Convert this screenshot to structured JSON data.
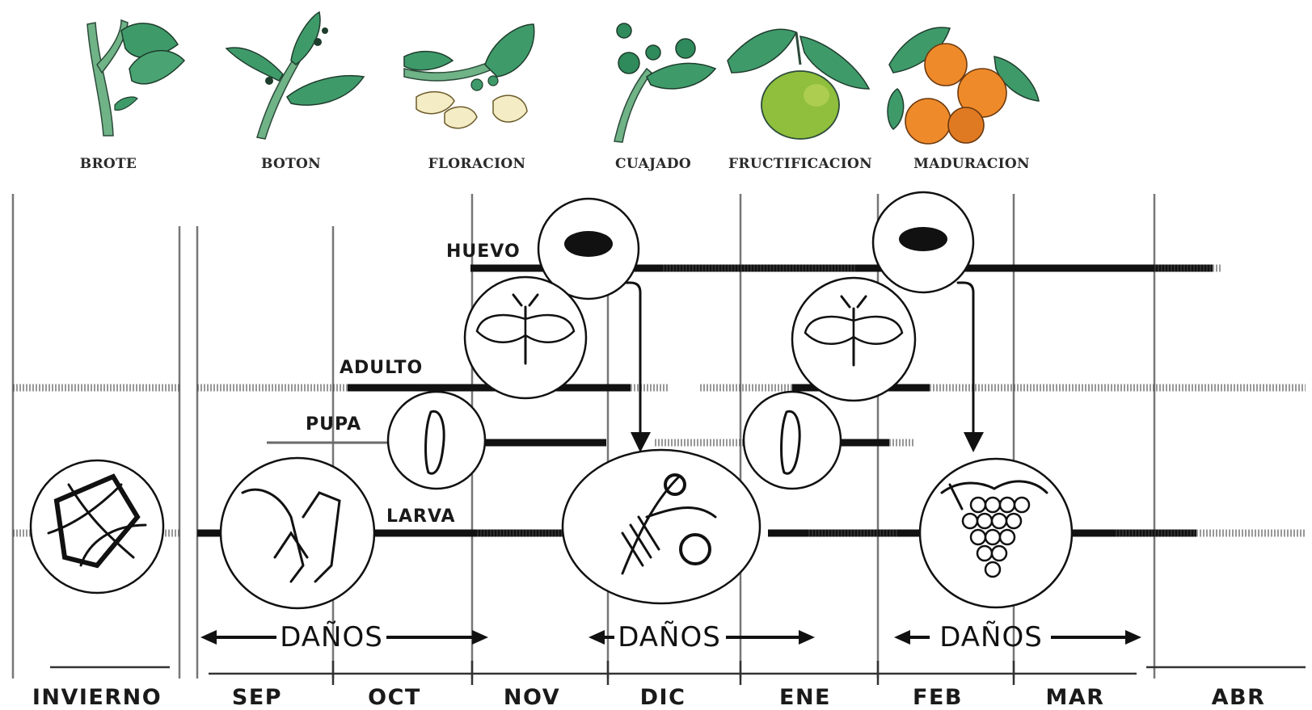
{
  "stages": [
    "BROTE",
    "BOTON",
    "FLORACION",
    "CUAJADO",
    "FRUCTIFICACION",
    "MADURACION"
  ],
  "rows": {
    "huevo": "HUEVO",
    "adulto": "ADULTO",
    "pupa": "PUPA",
    "larva": "LARVA"
  },
  "damage_label": "DAÑOS",
  "months": [
    "INVIERNO",
    "SEP",
    "OCT",
    "NOV",
    "DIC",
    "ENE",
    "FEB",
    "MAR",
    "ABR"
  ],
  "colors": {
    "leaf": "#3f9a6a",
    "leaf_dark": "#2c7650",
    "stem": "#6fb386",
    "flower": "#f3ecc4",
    "green_fruit": "#8fbf3c",
    "orange_fruit": "#ef8a2a",
    "ink": "#111111"
  },
  "icons": {
    "wintering": "wintering-larva-on-wood-icon",
    "shoot": "damaged-shoot-icon",
    "egg": "egg-mass-icon",
    "moth": "moth-icon",
    "pupa": "pupa-icon",
    "flower_cluster": "damaged-flower-cluster-icon",
    "grape": "grape-bunch-icon"
  }
}
